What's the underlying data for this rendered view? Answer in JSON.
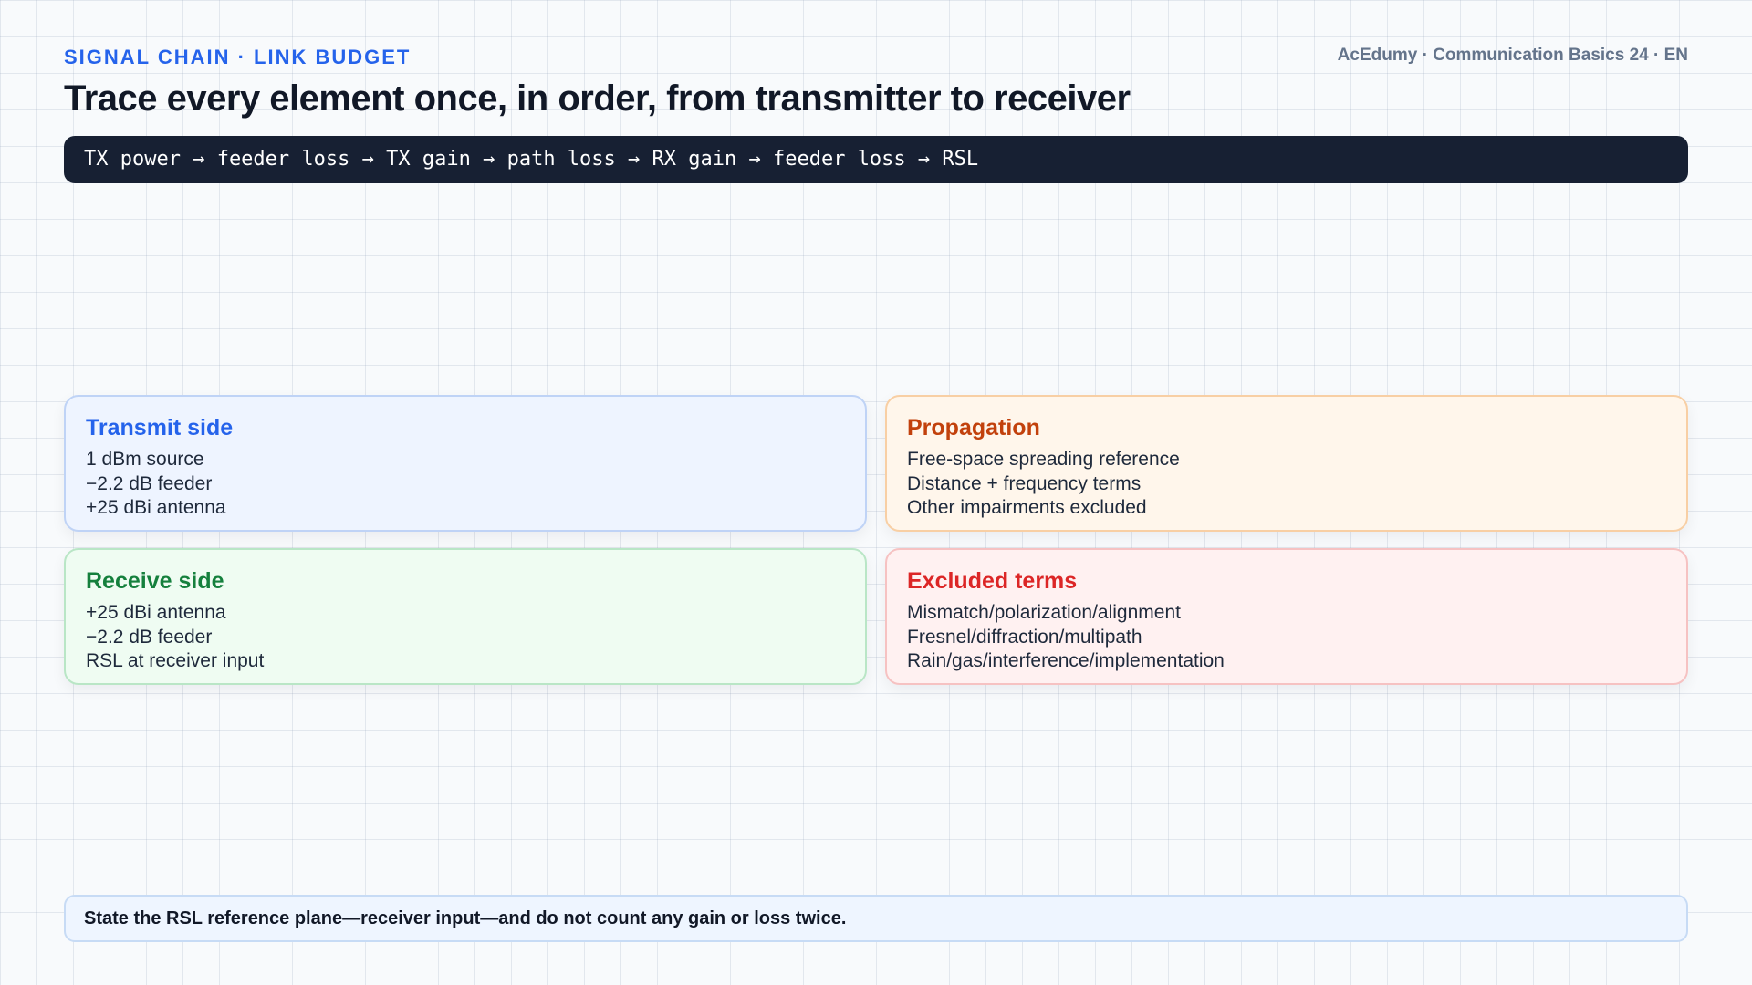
{
  "header": {
    "eyebrow": "SIGNAL CHAIN · LINK BUDGET",
    "brand": "AcEdumy · Communication Basics 24 · EN",
    "title": "Trace every element once, in order, from transmitter to receiver"
  },
  "chain": {
    "formula": "TX power → feeder loss → TX gain → path loss → RX gain → feeder loss → RSL"
  },
  "cards": {
    "transmit": {
      "title": "Transmit side",
      "lines": [
        "1 dBm source",
        "−2.2 dB feeder",
        "+25 dBi antenna"
      ]
    },
    "propagation": {
      "title": "Propagation",
      "lines": [
        "Free-space spreading reference",
        "Distance + frequency terms",
        "Other impairments excluded"
      ]
    },
    "receive": {
      "title": "Receive side",
      "lines": [
        "+25 dBi antenna",
        "−2.2 dB feeder",
        "RSL at receiver input"
      ]
    },
    "excluded": {
      "title": "Excluded terms",
      "lines": [
        "Mismatch/polarization/alignment",
        "Fresnel/diffraction/multipath",
        "Rain/gas/interference/implementation"
      ]
    }
  },
  "note": {
    "text": "State the RSL reference plane—receiver input—and do not count any gain or loss twice."
  },
  "colors": {
    "accent_blue": "#2563eb",
    "accent_orange": "#c2410c",
    "accent_green": "#15803d",
    "accent_red": "#dc2626",
    "formula_bg": "#172033"
  }
}
